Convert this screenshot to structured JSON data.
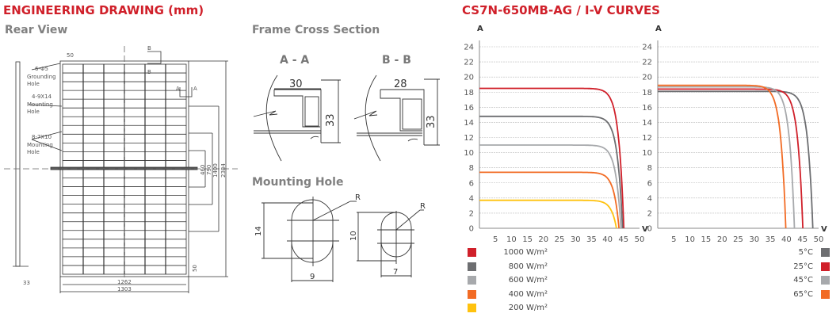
{
  "drawing": {
    "title": "ENGINEERING DRAWING (mm)",
    "rear_view": "Rear View",
    "frame_cross_section": "Frame Cross Section",
    "mounting_hole": "Mounting Hole",
    "annotations": {
      "grounding": "6-Φ5",
      "grounding_label1": "Grounding",
      "grounding_label2": "Hole",
      "mount1": "4-9X14",
      "mount2": "8-7X10",
      "mounting_label1": "Mounting",
      "mounting_label2": "Hole",
      "dim_50_top": "50",
      "dim_50_bottom": "50",
      "dim_33": "33",
      "dim_1262": "1262",
      "dim_1303": "1303",
      "dim_460": "460",
      "dim_790": "790",
      "dim_1400": "1400",
      "dim_2384": "2384",
      "sec_a": "A",
      "sec_b": "B"
    },
    "section_aa": {
      "label": "A - A",
      "width": "30",
      "height": "33"
    },
    "section_bb": {
      "label": "B - B",
      "width": "28",
      "height": "33"
    },
    "hole1": {
      "height": "14",
      "width": "9",
      "radius": "R"
    },
    "hole2": {
      "height": "10",
      "width": "7",
      "radius": "R"
    }
  },
  "chart_title": "CS7N-650MB-AG / I-V CURVES",
  "chart_data": [
    {
      "type": "line",
      "ylabel": "A",
      "xlabel": "V",
      "xlim": [
        0,
        50
      ],
      "ylim": [
        0,
        24
      ],
      "xticks": [
        5,
        10,
        15,
        20,
        25,
        30,
        35,
        40,
        45,
        50
      ],
      "yticks": [
        0,
        2,
        4,
        6,
        8,
        10,
        12,
        14,
        16,
        18,
        20,
        22,
        24
      ],
      "grid": true,
      "legend": "bottom-left",
      "series": [
        {
          "name": "1000 W/m²",
          "color": "#d0202a",
          "isc": 18.5,
          "voc": 45.1
        },
        {
          "name": "800 W/m²",
          "color": "#6d6e71",
          "isc": 14.8,
          "voc": 44.7
        },
        {
          "name": "600 W/m²",
          "color": "#a7a9ac",
          "isc": 11.0,
          "voc": 44.2
        },
        {
          "name": "400 W/m²",
          "color": "#f26b24",
          "isc": 7.4,
          "voc": 43.6
        },
        {
          "name": "200 W/m²",
          "color": "#ffc20e",
          "isc": 3.7,
          "voc": 42.8
        }
      ]
    },
    {
      "type": "line",
      "ylabel": "A",
      "xlabel": "V",
      "xlim": [
        0,
        50
      ],
      "ylim": [
        0,
        24
      ],
      "xticks": [
        5,
        10,
        15,
        20,
        25,
        30,
        35,
        40,
        45,
        50
      ],
      "yticks": [
        0,
        2,
        4,
        6,
        8,
        10,
        12,
        14,
        16,
        18,
        20,
        22,
        24
      ],
      "grid": true,
      "legend": "bottom-right",
      "series": [
        {
          "name": "5°C",
          "color": "#6d6e71",
          "isc": 18.1,
          "voc": 48.2
        },
        {
          "name": "25°C",
          "color": "#d0202a",
          "isc": 18.4,
          "voc": 45.1
        },
        {
          "name": "45°C",
          "color": "#a7a9ac",
          "isc": 18.7,
          "voc": 42.5
        },
        {
          "name": "65°C",
          "color": "#f26b24",
          "isc": 18.9,
          "voc": 39.8
        }
      ]
    }
  ]
}
